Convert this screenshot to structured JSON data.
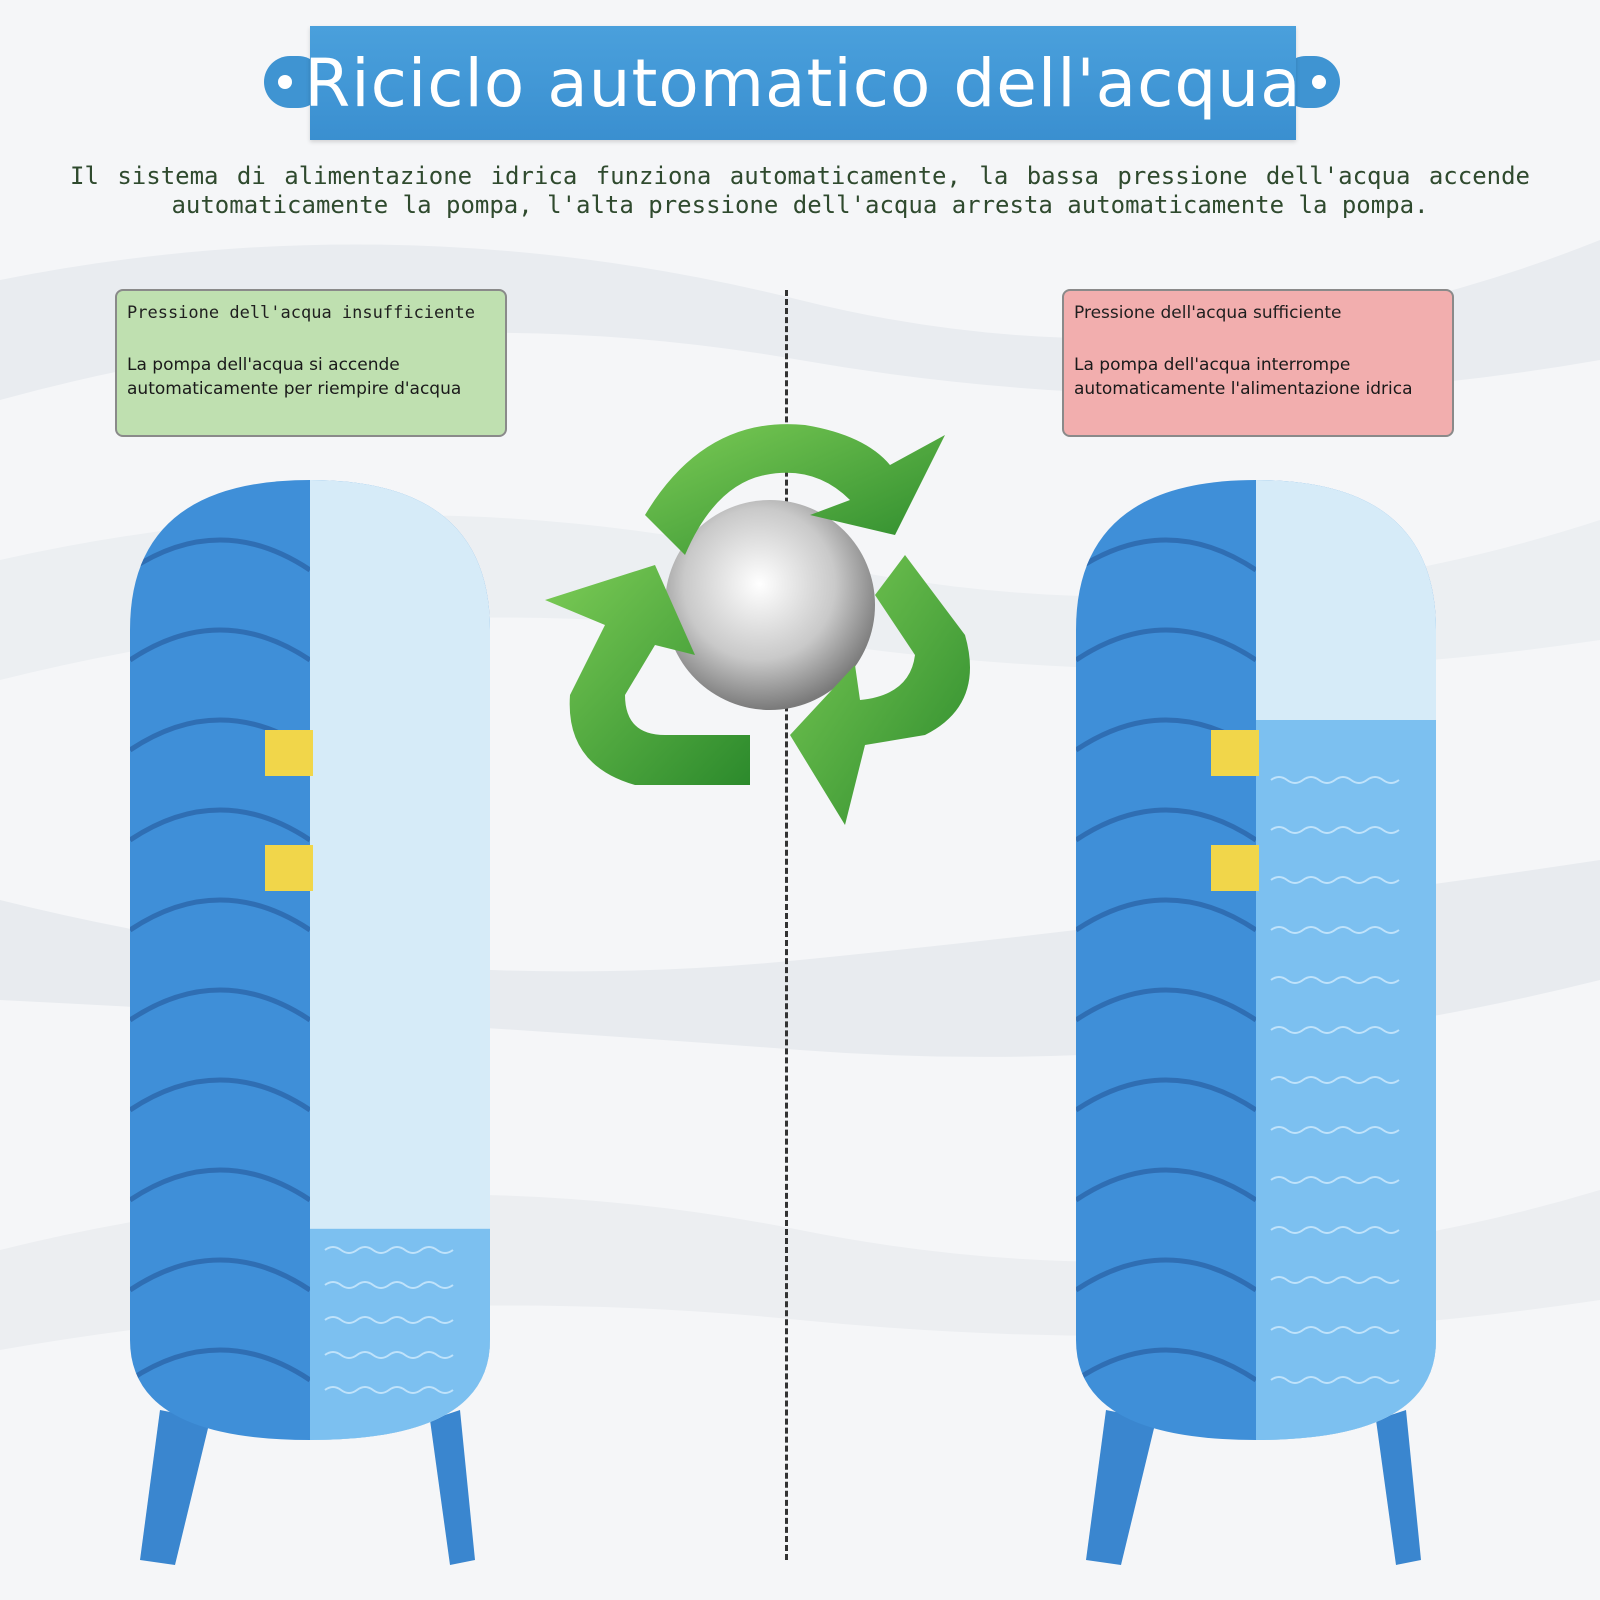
{
  "title": "Riciclo automatico dell'acqua",
  "description": "Il sistema di alimentazione idrica funziona automaticamente, la bassa pressione dell'acqua accende automaticamente la pompa, l'alta pressione dell'acqua arresta automaticamente la pompa.",
  "panels": {
    "left": {
      "title": "Pressione dell'acqua insufficiente",
      "body": "La pompa dell'acqua si accende automaticamente per riempire d'acqua",
      "color": "#bfe0b0",
      "water_level": 0.22
    },
    "right": {
      "title": "Pressione dell'acqua sufficiente",
      "body": "La pompa dell'acqua interrompe automaticamente l'alimentazione idrica",
      "color": "#f2aeae",
      "water_level": 0.75
    }
  },
  "colors": {
    "banner": "#3a8fd0",
    "tank": "#3f8fd8",
    "water": "#7cc0f0",
    "air": "#d6ebf8",
    "recycle": "#3f9a3a"
  },
  "icons": [
    "recycle-icon",
    "tank-icon",
    "water-wave-icon"
  ]
}
